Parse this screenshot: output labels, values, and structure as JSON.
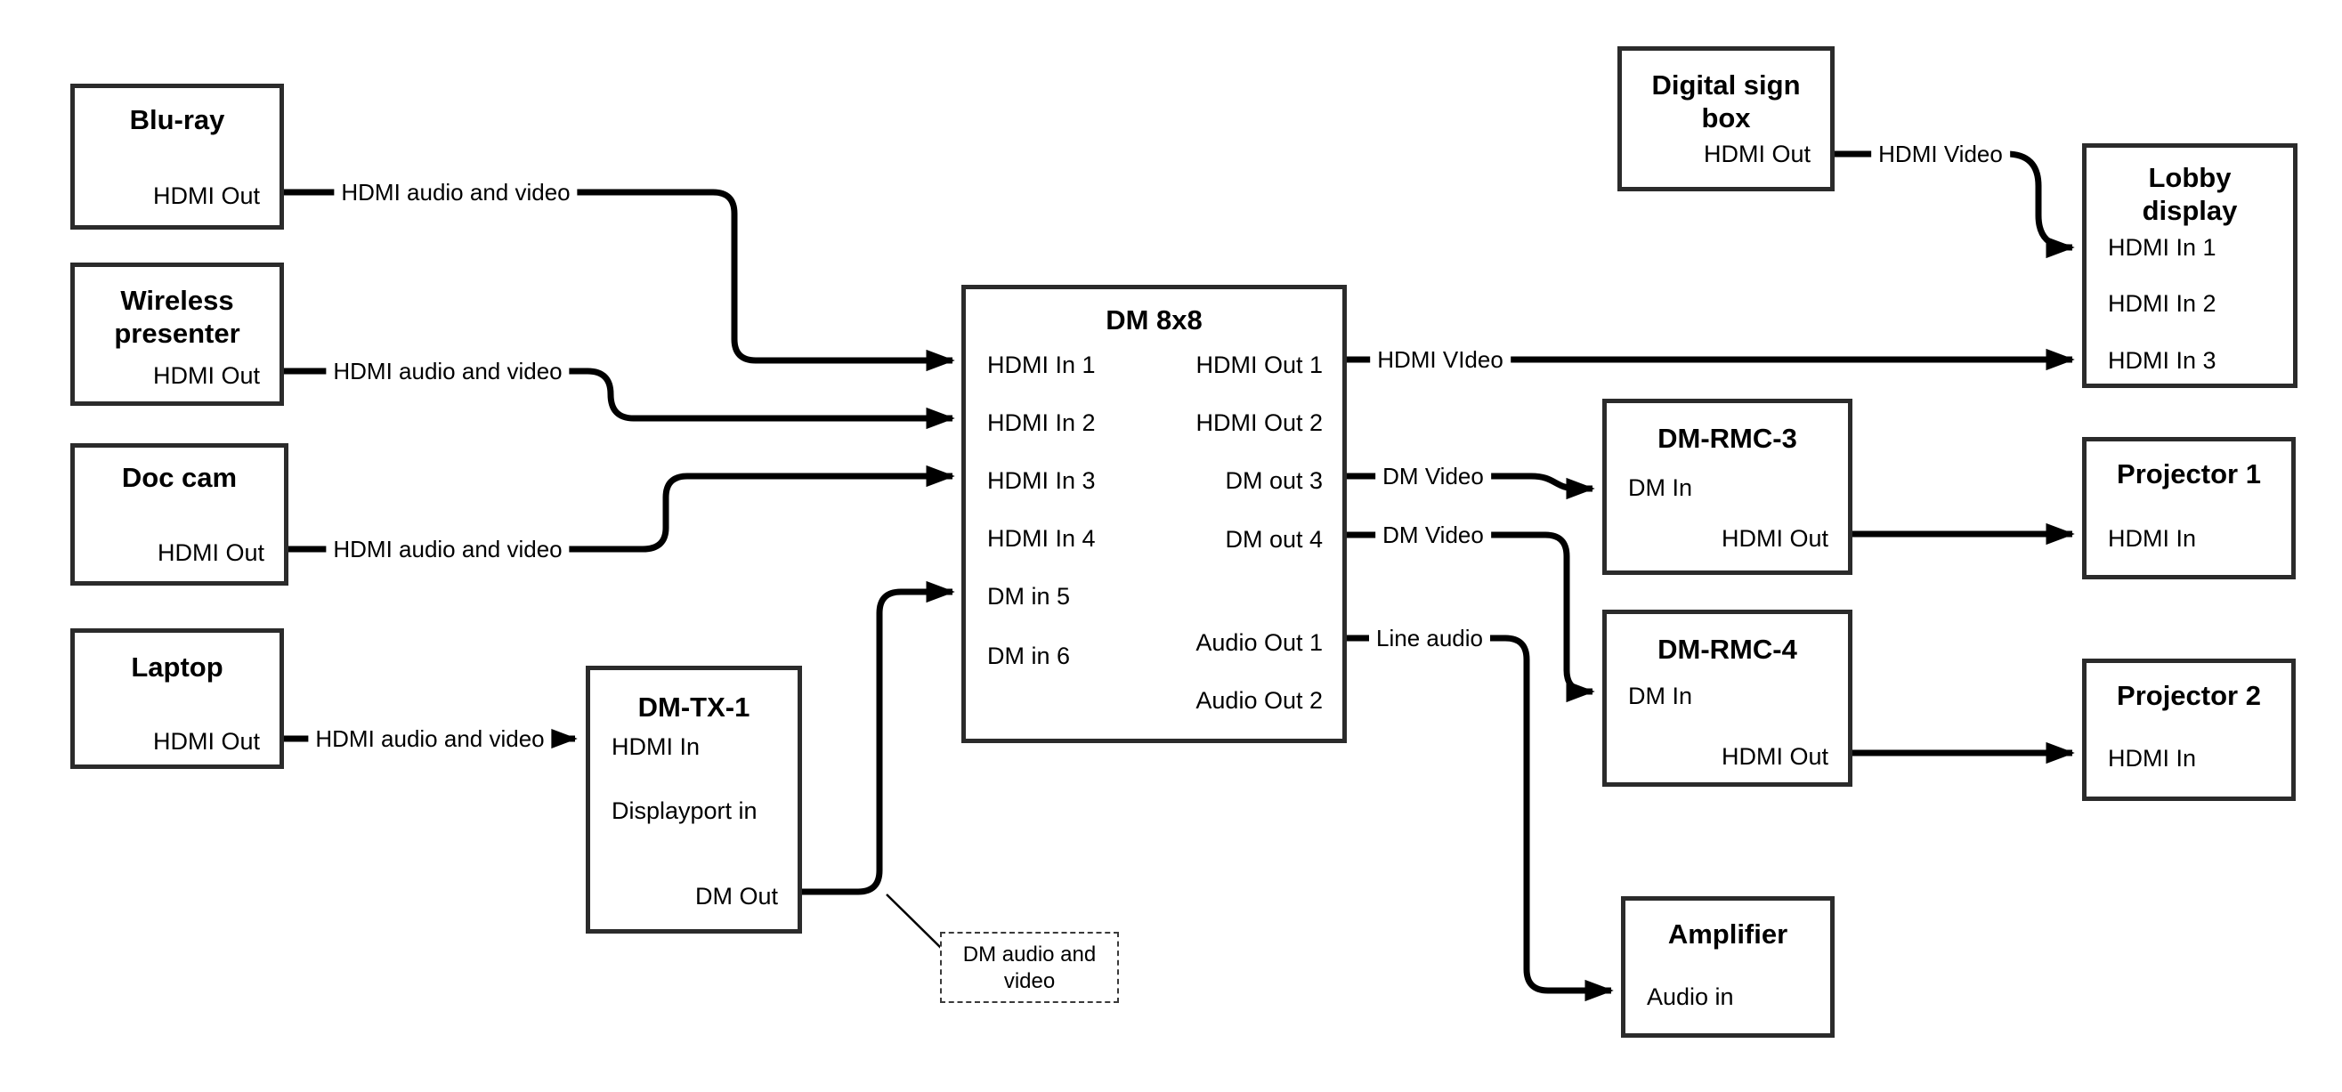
{
  "colors": {
    "background": "#ffffff",
    "box_border": "#2b2b2b",
    "wire": "#000000",
    "text": "#000000"
  },
  "nodes": {
    "bluray": {
      "title": "Blu-ray",
      "port_hdmi_out": "HDMI Out"
    },
    "wireless_presenter": {
      "title_line1": "Wireless",
      "title_line2": "presenter",
      "port_hdmi_out": "HDMI Out"
    },
    "doc_cam": {
      "title": "Doc cam",
      "port_hdmi_out": "HDMI Out"
    },
    "laptop": {
      "title": "Laptop",
      "port_hdmi_out": "HDMI Out"
    },
    "dm_tx_1": {
      "title": "DM-TX-1",
      "port_hdmi_in": "HDMI In",
      "port_displayport_in": "Displayport in",
      "port_dm_out": "DM Out"
    },
    "dm_8x8": {
      "title": "DM 8x8",
      "port_hdmi_in_1": "HDMI In 1",
      "port_hdmi_in_2": "HDMI In 2",
      "port_hdmi_in_3": "HDMI In 3",
      "port_hdmi_in_4": "HDMI In 4",
      "port_dm_in_5": "DM in 5",
      "port_dm_in_6": "DM in 6",
      "port_hdmi_out_1": "HDMI Out 1",
      "port_hdmi_out_2": "HDMI Out 2",
      "port_dm_out_3": "DM out 3",
      "port_dm_out_4": "DM out 4",
      "port_audio_out_1": "Audio Out 1",
      "port_audio_out_2": "Audio Out 2"
    },
    "digital_sign_box": {
      "title_line1": "Digital sign",
      "title_line2": "box",
      "port_hdmi_out": "HDMI Out"
    },
    "lobby_display": {
      "title_line1": "Lobby",
      "title_line2": "display",
      "port_hdmi_in_1": "HDMI In 1",
      "port_hdmi_in_2": "HDMI In 2",
      "port_hdmi_in_3": "HDMI In 3"
    },
    "dm_rmc_3": {
      "title": "DM-RMC-3",
      "port_dm_in": "DM In",
      "port_hdmi_out": "HDMI Out"
    },
    "projector_1": {
      "title": "Projector 1",
      "port_hdmi_in": "HDMI In"
    },
    "dm_rmc_4": {
      "title": "DM-RMC-4",
      "port_dm_in": "DM In",
      "port_hdmi_out": "HDMI Out"
    },
    "projector_2": {
      "title": "Projector 2",
      "port_hdmi_in": "HDMI In"
    },
    "amplifier": {
      "title": "Amplifier",
      "port_audio_in": "Audio in"
    }
  },
  "connection_labels": {
    "bluray_to_dm8x8": "HDMI audio and video",
    "wireless_to_dm8x8": "HDMI audio and video",
    "doccam_to_dm8x8": "HDMI audio and video",
    "laptop_to_dmtx1": "HDMI audio and video",
    "dm8x8_to_lobby": "HDMI VIdeo",
    "dm8x8_to_dmrmc3": "DM Video",
    "dm8x8_to_dmrmc4": "DM Video",
    "dm8x8_to_amplifier": "Line audio",
    "sign_to_lobby": "HDMI Video"
  },
  "note": {
    "line1": "DM audio and",
    "line2": "video"
  }
}
